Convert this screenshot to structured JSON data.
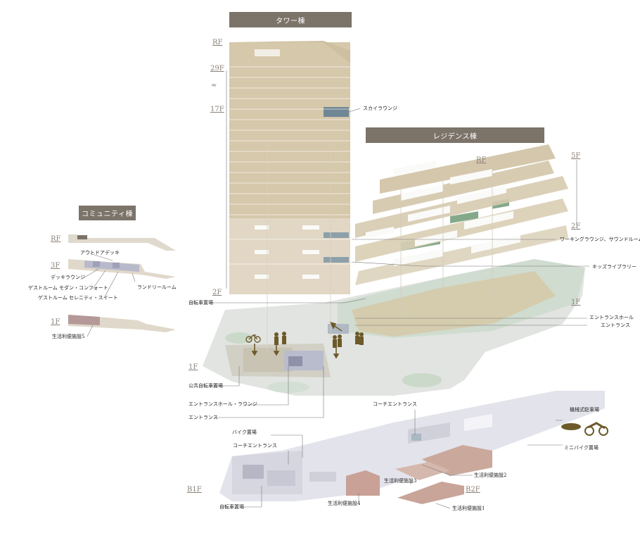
{
  "headers": {
    "tower": "タワー棟",
    "residence": "レジデンス棟",
    "community": "コミュニティ棟"
  },
  "floors": {
    "tower_rf": "RF",
    "tower_29f": "29F",
    "tower_17f": "17F",
    "tower_2f": "2F",
    "res_rf": "RF",
    "res_5f": "5F",
    "res_2f": "2F",
    "res_1f": "1F",
    "com_rf": "RF",
    "com_3f": "3F",
    "com_1f": "1F",
    "ground_1f": "1F",
    "b1f": "B1F",
    "b2f": "B2F"
  },
  "labels": {
    "sky_lounge": "スカイラウンジ",
    "working_lounge": "ワーキングラウンジ、サウンドルーム",
    "kids_library": "キッズライブラリー",
    "bicycle_parking_top": "自転車置場",
    "entrance_hall": "エントランスホール",
    "entrance_res": "エントランス",
    "outdoor_deck": "アウトドアデッキ",
    "deck_lounge": "デッキラウンジ",
    "guest_modern": "ゲストルーム モダン・コンフォート",
    "guest_serenity": "ゲストルーム セレニティ・スイート",
    "laundry": "ランドリールーム",
    "facility5": "生活利便施設5",
    "public_bicycle": "公共自転車置場",
    "entrance_hall_lounge": "エントランスホール・ラウンジ",
    "entrance_tower": "エントランス",
    "coach_entrance_right": "コーチエントランス",
    "mechanical_parking": "機械式駐車場",
    "bike_parking": "バイク置場",
    "coach_entrance_left": "コーチエントランス",
    "mini_bike": "ミニバイク置場",
    "facility2": "生活利便施設2",
    "facility3": "生活利便施設3",
    "facility4": "生活利便施設4",
    "facility1": "生活利便施設1",
    "bicycle_parking_b1": "自転車置場"
  },
  "colors": {
    "header_bg": "#7c7369",
    "tower_fill": "#d9cdb4",
    "residence_fill": "#d8cdb1",
    "ground_fill": "#dfe3dd",
    "green_area": "#c9dccb",
    "basement_fill": "#e2e2ea",
    "facility_fill": "#c9a99d",
    "community_3f": "#b7b9c6",
    "community_1f": "#b59998"
  }
}
